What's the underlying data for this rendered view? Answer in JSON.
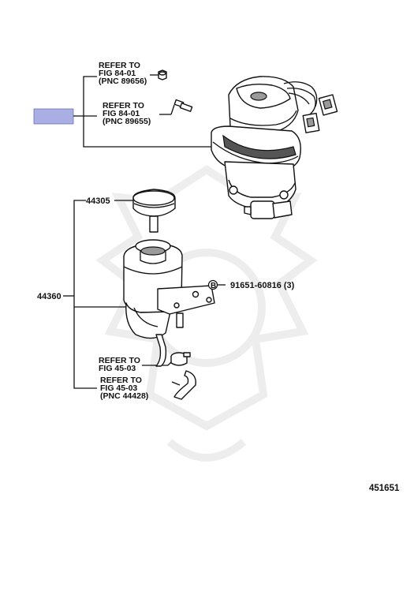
{
  "refs": {
    "top_fig_84_01_89656": [
      "REFER TO",
      "FIG 84-01",
      "(PNC 89656)"
    ],
    "top_fig_84_01_89655": [
      "REFER TO",
      "FIG 84-01",
      "(PNC 89655)"
    ],
    "fig_45_03_clamp": [
      "REFER TO",
      "FIG 45-03"
    ],
    "fig_45_03_44428": [
      "REFER TO",
      "FIG 45-03",
      "(PNC 44428)"
    ]
  },
  "parts": {
    "cap": "44305",
    "reservoir_assy": "44360",
    "bolt_circle": "B",
    "bolt": "91651-60816 (3)"
  },
  "figure_number": "451651",
  "colors": {
    "highlight": "#a9aee3",
    "line": "#111111",
    "watermark": "#ececec"
  }
}
